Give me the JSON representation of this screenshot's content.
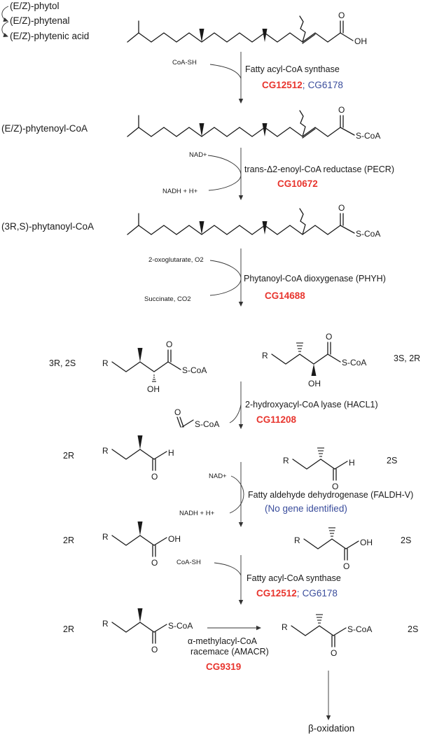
{
  "top": {
    "phytol": "(E/Z)-phytol",
    "phytenal": "(E/Z)-phytenal",
    "phytenic_acid": "(E/Z)-phytenic acid"
  },
  "step1": {
    "cofactor": "CoA-SH",
    "enzyme": "Fatty acyl-CoA synthase",
    "gene_red": "CG12512",
    "gene_sep": ";",
    "gene_blue": "CG6178"
  },
  "phytenoyl": {
    "label": "(E/Z)-phytenoyl-CoA",
    "scoa": "S-CoA",
    "oxygen": "O"
  },
  "step2": {
    "cofactor_in": "NAD+",
    "cofactor_out": "NADH + H+",
    "enzyme": "trans-Δ2-enoyl-CoA reductase (PECR)",
    "gene_red": "CG10672"
  },
  "phytanoyl": {
    "label": "(3R,S)-phytanoyl-CoA",
    "scoa": "S-CoA",
    "oxygen": "O"
  },
  "step3": {
    "cofactor_in": "2-oxoglutarate, O2",
    "cofactor_out": "Succinate, CO2",
    "enzyme": "Phytanoyl-CoA dioxygenase (PHYH)",
    "gene_red": "CG14688"
  },
  "hydroxy": {
    "left_stereo": "3R, 2S",
    "right_stereo": "3S, 2R",
    "r": "R",
    "oh": "OH",
    "scoa": "S-CoA",
    "oxygen": "O"
  },
  "step4": {
    "byproduct_scoa": "S-CoA",
    "byproduct_o": "O",
    "enzyme": "2-hydroxyacyl-CoA lyase (HACL1)",
    "gene_red": "CG11208"
  },
  "aldehyde": {
    "left_stereo": "2R",
    "right_stereo": "2S",
    "r": "R",
    "h": "H",
    "oxygen": "O"
  },
  "step5": {
    "cofactor_in": "NAD+",
    "cofactor_out": "NADH + H+",
    "enzyme": "Fatty aldehyde dehydrogenase (FALDH-V)",
    "note": "(No gene identified)"
  },
  "acid": {
    "left_stereo": "2R",
    "right_stereo": "2S",
    "r": "R",
    "oh": "OH",
    "oxygen": "O"
  },
  "step6": {
    "cofactor": "CoA-SH",
    "enzyme": "Fatty acyl-CoA synthase",
    "gene_red": "CG12512",
    "gene_sep": ";",
    "gene_blue": "CG6178"
  },
  "acyl": {
    "left_stereo": "2R",
    "right_stereo": "2S",
    "r": "R",
    "scoa": "S-CoA",
    "oxygen": "O"
  },
  "racemase": {
    "enzyme_line1": "α-methylacyl-CoA",
    "enzyme_line2": "racemace (AMACR)",
    "gene_red": "CG9319"
  },
  "final": {
    "label": "β-oxidation"
  },
  "colors": {
    "gene_red": "#e8352e",
    "gene_blue": "#3a4d9c",
    "ink": "#1a1a1a"
  }
}
